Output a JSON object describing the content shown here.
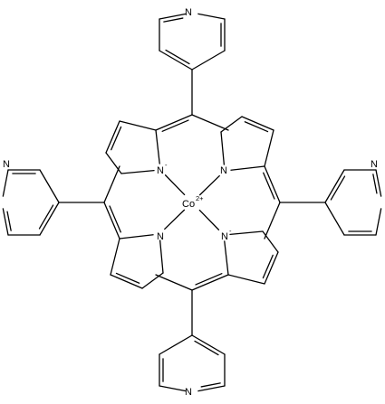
{
  "molecule": {
    "metal": {
      "symbol": "Co",
      "charge": "2+"
    },
    "pyrrole_nitrogens": [
      {
        "symbol": "N",
        "charge": "-"
      },
      {
        "symbol": "N",
        "charge": ""
      },
      {
        "symbol": "N",
        "charge": ""
      },
      {
        "symbol": "N",
        "charge": "-"
      }
    ],
    "pyridyl_nitrogens": [
      {
        "symbol": "N"
      },
      {
        "symbol": "N"
      },
      {
        "symbol": "N"
      },
      {
        "symbol": "N"
      }
    ]
  },
  "colors": {
    "bond": "#000000",
    "background": "#ffffff"
  }
}
